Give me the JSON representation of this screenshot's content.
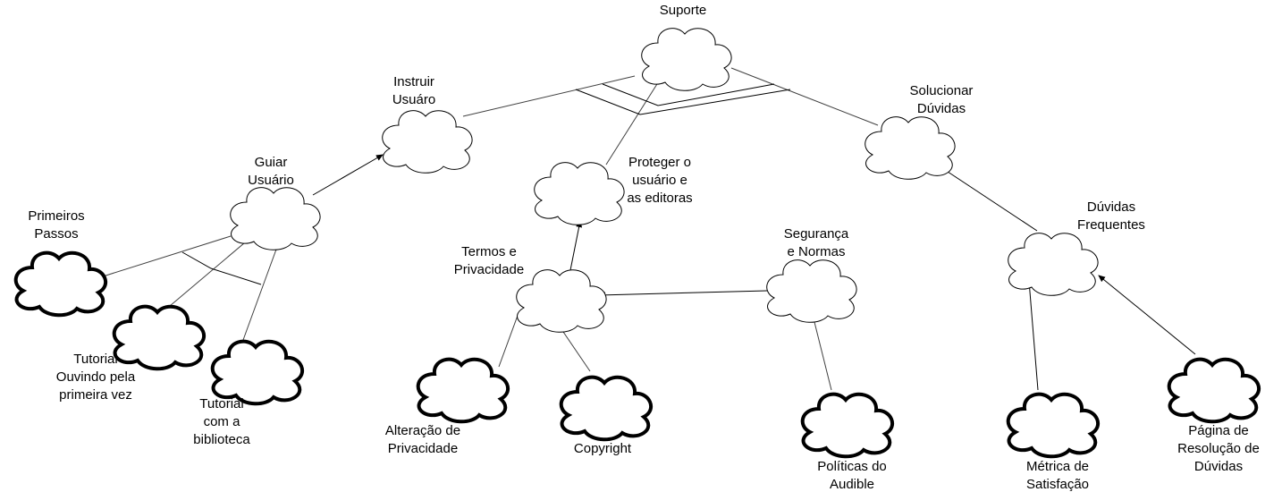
{
  "nodes": {
    "suporte": {
      "lines": [
        "Suporte"
      ],
      "style": "thin"
    },
    "instruir": {
      "lines": [
        "Instruir",
        "Usuáro"
      ],
      "style": "thin"
    },
    "solucionar": {
      "lines": [
        "Solucionar",
        "Dúvidas"
      ],
      "style": "thin"
    },
    "proteger": {
      "lines": [
        "Proteger o",
        "usuário e",
        "as editoras"
      ],
      "style": "thin"
    },
    "guiar": {
      "lines": [
        "Guiar",
        "Usuário"
      ],
      "style": "thin"
    },
    "termos": {
      "lines": [
        "Termos e",
        "Privacidade"
      ],
      "style": "thin"
    },
    "seguranca": {
      "lines": [
        "Segurança",
        "e Normas"
      ],
      "style": "thin"
    },
    "duvidas": {
      "lines": [
        "Dúvidas",
        "Frequentes"
      ],
      "style": "thin"
    },
    "primeiros": {
      "lines": [
        "Primeiros",
        "Passos"
      ],
      "style": "thick"
    },
    "tutorial1": {
      "lines": [
        "Tutorial",
        "Ouvindo pela",
        "primeira vez"
      ],
      "style": "thick"
    },
    "tutorial2": {
      "lines": [
        "Tutorial",
        "com a",
        "biblioteca"
      ],
      "style": "thick"
    },
    "alteracao": {
      "lines": [
        "Alteração de",
        "Privacidade"
      ],
      "style": "thick"
    },
    "copyright": {
      "lines": [
        "Copyright"
      ],
      "style": "thick"
    },
    "politicas": {
      "lines": [
        "Políticas do",
        "Audible"
      ],
      "style": "thick"
    },
    "metrica": {
      "lines": [
        "Métrica de",
        "Satisfação"
      ],
      "style": "thick"
    },
    "pagina": {
      "lines": [
        "Página de",
        "Resolução de",
        "Dúvidas"
      ],
      "style": "thick"
    }
  },
  "edges": [
    {
      "from": "guiar",
      "to": "instruir",
      "arrow": true
    },
    {
      "from": "termos",
      "to": "proteger",
      "arrow": true
    },
    {
      "from": "seguranca",
      "to": "termos",
      "arrow": true
    },
    {
      "from": "duvidas",
      "to": "solucionar",
      "arrow": true
    },
    {
      "from": "metrica",
      "to": "duvidas",
      "arrow": true
    },
    {
      "from": "pagina",
      "to": "duvidas",
      "arrow": true
    },
    {
      "from": "suporte",
      "to": "instruir",
      "arrow": false
    },
    {
      "from": "suporte",
      "to": "proteger",
      "arrow": false
    },
    {
      "from": "suporte",
      "to": "solucionar",
      "arrow": false
    },
    {
      "from": "guiar",
      "to": "primeiros",
      "arrow": false
    },
    {
      "from": "guiar",
      "to": "tutorial1",
      "arrow": false
    },
    {
      "from": "guiar",
      "to": "tutorial2",
      "arrow": false
    },
    {
      "from": "termos",
      "to": "alteracao",
      "arrow": false
    },
    {
      "from": "termos",
      "to": "copyright",
      "arrow": false
    },
    {
      "from": "seguranca",
      "to": "politicas",
      "arrow": false
    }
  ],
  "colors": {
    "stroke": "#000000",
    "fill": "#ffffff",
    "text": "#000000"
  }
}
